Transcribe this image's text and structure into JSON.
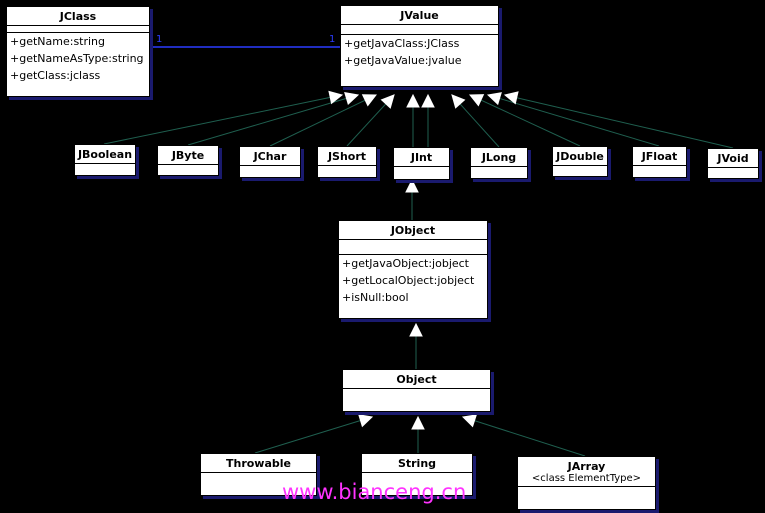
{
  "classes": {
    "jclass": {
      "name": "JClass",
      "attrs": [],
      "ops": [
        "+getName:string",
        "+getNameAsType:string",
        "+getClass:jclass"
      ]
    },
    "jvalue": {
      "name": "JValue",
      "attrs": [],
      "ops": [
        "+getJavaClass:JClass",
        "+getJavaValue:jvalue"
      ]
    },
    "jboolean": {
      "name": "JBoolean"
    },
    "jbyte": {
      "name": "JByte"
    },
    "jchar": {
      "name": "JChar"
    },
    "jshort": {
      "name": "JShort"
    },
    "jint": {
      "name": "JInt"
    },
    "jlong": {
      "name": "JLong"
    },
    "jdouble": {
      "name": "JDouble"
    },
    "jfloat": {
      "name": "JFloat"
    },
    "jvoid": {
      "name": "JVoid"
    },
    "jobject": {
      "name": "JObject",
      "attrs": [],
      "ops": [
        "+getJavaObject:jobject",
        "+getLocalObject:jobject",
        "+isNull:bool"
      ]
    },
    "object": {
      "name": "Object"
    },
    "throwable": {
      "name": "Throwable"
    },
    "string": {
      "name": "String"
    },
    "jarray": {
      "name": "JArray",
      "stereotype": "<class ElementType>"
    }
  },
  "association": {
    "left_mult": "1",
    "right_mult": "1"
  },
  "watermark": "www.bianceng.cn",
  "colors": {
    "background": "#000000",
    "line": "#1f5f4f",
    "association": "#2b3cff",
    "shadow": "#1a1a6e",
    "watermark": "#ff33ff"
  }
}
